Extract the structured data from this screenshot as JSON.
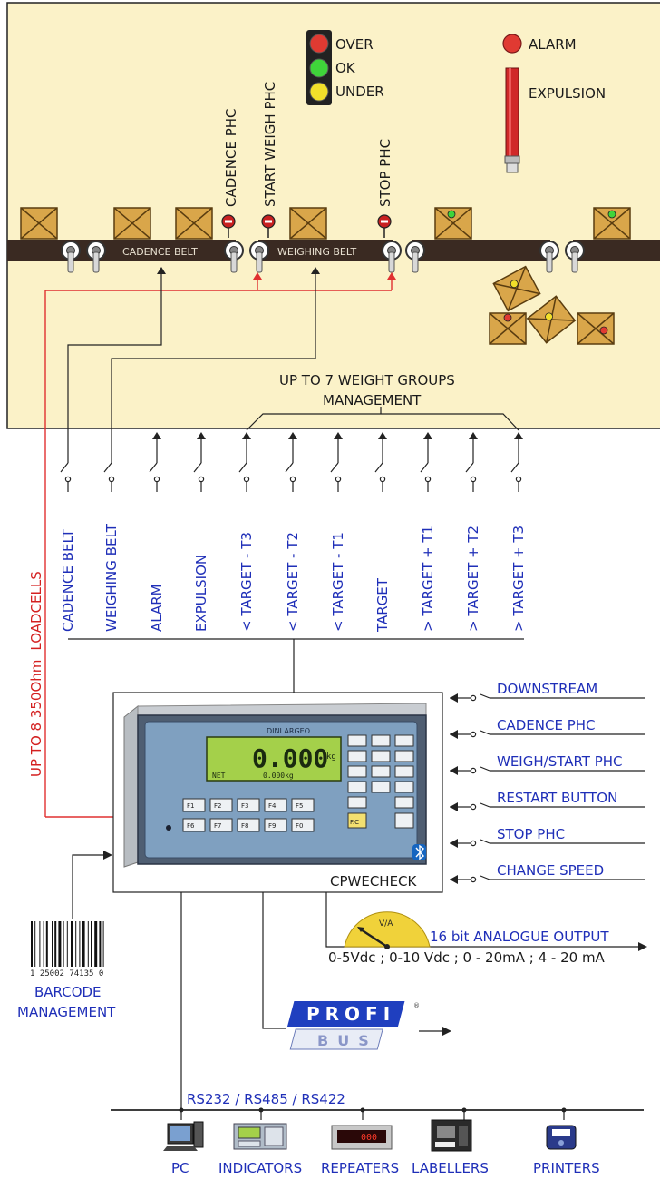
{
  "lights": {
    "over": "OVER",
    "ok": "OK",
    "under": "UNDER"
  },
  "alarm": {
    "label": "ALARM",
    "expulsion": "EXPULSION"
  },
  "belts": {
    "cadence": "CADENCE BELT",
    "weighing": "WEIGHING BELT"
  },
  "photocells": {
    "cadence": "CADENCE PHC",
    "start_weigh": "START WEIGH PHC",
    "stop": "STOP PHC"
  },
  "groups_label": {
    "line1": "UP TO 7 WEIGHT GROUPS",
    "line2": "MANAGEMENT"
  },
  "outputs": [
    "CADENCE BELT",
    "WEIGHING BELT",
    "ALARM",
    "EXPULSION",
    "< TARGET - T3",
    "< TARGET - T2",
    "< TARGET - T1",
    "TARGET",
    "> TARGET + T1",
    "> TARGET + T2",
    "> TARGET + T3"
  ],
  "loadcells": {
    "part1": "UP TO 8  350Ohm",
    "part2": "LOADCELLS"
  },
  "inputs": [
    "DOWNSTREAM",
    "CADENCE PHC",
    "WEIGH/START PHC",
    "RESTART BUTTON",
    "STOP PHC",
    "CHANGE SPEED"
  ],
  "device": {
    "name": "CPWECHECK",
    "brand": "DINI ARGEO",
    "display_value": "0.000",
    "display_unit": "kg",
    "display_net": "NET",
    "display_sub": "0.000kg",
    "fn_row1": [
      "F1",
      "F2",
      "F3",
      "F4",
      "F5"
    ],
    "fn_row2": [
      "F6",
      "F7",
      "F8",
      "F9",
      "F0"
    ],
    "fn_key": "F.C"
  },
  "analog": {
    "gauge_label": "V/A",
    "title": "16 bit ANALOGUE OUTPUT",
    "ranges": "0-5Vdc ;  0-10 Vdc ;  0 - 20mA ;  4 - 20 mA"
  },
  "barcode": {
    "digits": "1  25002  74135  0",
    "line1": "BARCODE",
    "line2": "MANAGEMENT"
  },
  "profibus": {
    "top": "PROFI",
    "bottom": "BUS"
  },
  "serial": {
    "label": "RS232 / RS485 / RS422"
  },
  "peripherals": [
    "PC",
    "INDICATORS",
    "REPEATERS",
    "LABELLERS",
    "PRINTERS"
  ],
  "repeater_display": "000",
  "colors": {
    "panel": "#fbf2c8",
    "wire_red": "#e03030",
    "text_blue": "#1f2fb8",
    "belt": "#3a2a22",
    "box": "#d9a64a"
  }
}
